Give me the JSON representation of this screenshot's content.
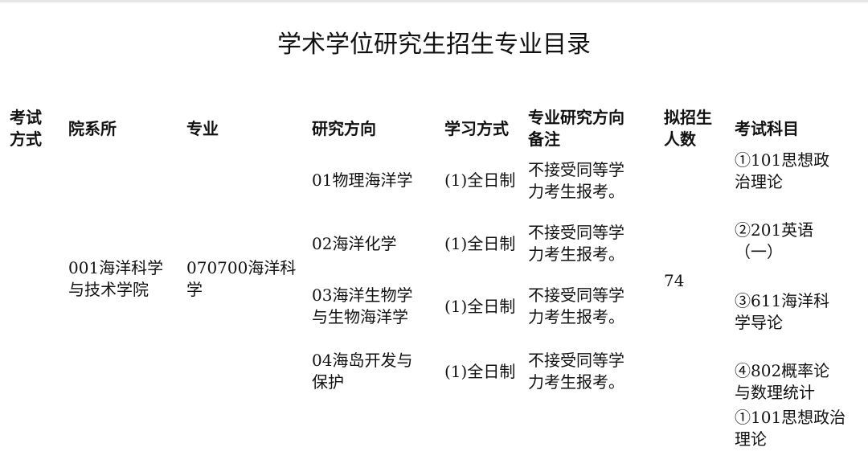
{
  "title": "学术学位研究生招生专业目录",
  "headers": {
    "exam_mode": [
      "考试",
      "方式"
    ],
    "department": "院系所",
    "major": "专业",
    "direction": "研究方向",
    "study_mode": "学习方式",
    "remark": [
      "专业研究方向",
      "备注"
    ],
    "quota": [
      "拟招生",
      "人数"
    ],
    "subjects": "考试科目"
  },
  "department": [
    "001海洋科学",
    "与技术学院"
  ],
  "major": [
    "070700海洋科",
    "学"
  ],
  "quota": "74",
  "rows": [
    {
      "direction": [
        "01物理海洋学"
      ],
      "study_mode": "(1)全日制",
      "remark": [
        "不接受同等学",
        "力考生报考。"
      ]
    },
    {
      "direction": [
        "02海洋化学"
      ],
      "study_mode": "(1)全日制",
      "remark": [
        "不接受同等学",
        "力考生报考。"
      ]
    },
    {
      "direction": [
        "03海洋生物学",
        "与生物海洋学"
      ],
      "study_mode": "(1)全日制",
      "remark": [
        "不接受同等学",
        "力考生报考。"
      ]
    },
    {
      "direction": [
        "04海岛开发与",
        "保护"
      ],
      "study_mode": "(1)全日制",
      "remark": [
        "不接受同等学",
        "力考生报考。"
      ]
    }
  ],
  "subjects": [
    [
      "①101思想政",
      "治理论"
    ],
    [
      "②201英语",
      "（一）"
    ],
    [
      "③611海洋科",
      "学导论"
    ],
    [
      "④802概率论",
      "与数理统计"
    ],
    [
      "①101思想政治",
      "理论"
    ]
  ]
}
